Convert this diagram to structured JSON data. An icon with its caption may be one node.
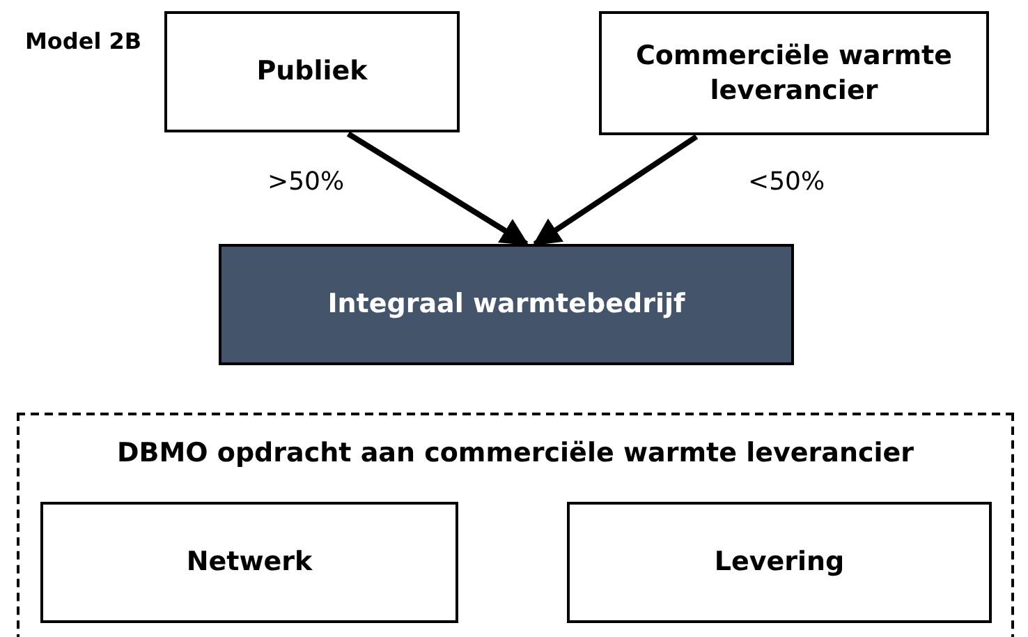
{
  "diagram": {
    "title": "Model 2B",
    "nodes": [
      {
        "text": [
          "Publiek"
        ]
      },
      {
        "text": [
          "Commerciële warmte leverancier"
        ]
      },
      {
        "text": [
          "Integraal warmtebedrijf"
        ]
      },
      {
        "text": [
          "DBMO opdracht aan commerciële warmte leverancier"
        ]
      },
      {
        "text": [
          "Netwerk"
        ],
        "in": 3
      },
      {
        "text": [
          "Levering"
        ],
        "in": 3
      }
    ],
    "edges": [
      {
        "from": 0,
        "to": 2,
        "arrow": "to",
        "label": ">50%"
      },
      {
        "from": 1,
        "to": 2,
        "arrow": "to",
        "label": "<50%"
      }
    ]
  }
}
